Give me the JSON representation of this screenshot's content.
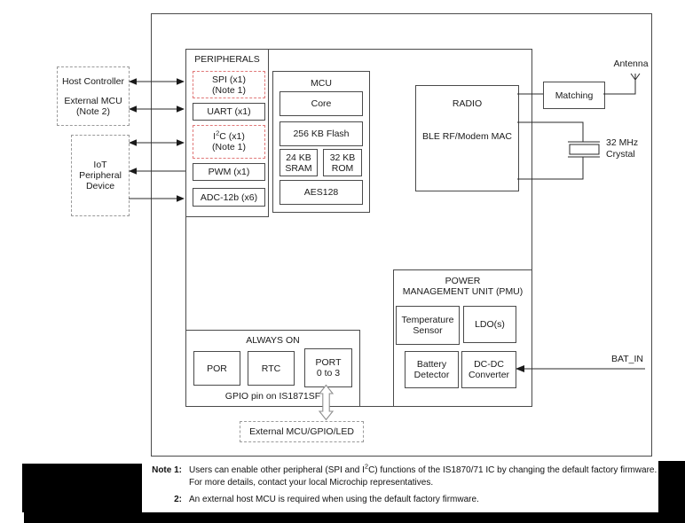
{
  "diagram": {
    "left": {
      "host_box": {
        "line1": "Host Controller",
        "line2": "External MCU",
        "line3": "(Note 2)"
      },
      "iot_box": {
        "line1": "IoT",
        "line2": "Peripheral",
        "line3": "Device"
      }
    },
    "peripherals": {
      "title": "PERIPHERALS",
      "spi": {
        "line1": "SPI (x1)",
        "line2": "(Note 1)"
      },
      "uart": "UART (x1)",
      "i2c": {
        "pre": "I",
        "sup": "2",
        "post": "C (x1)",
        "line2": "(Note 1)"
      },
      "pwm": "PWM (x1)",
      "adc": "ADC-12b (x6)"
    },
    "mcu": {
      "title": "MCU",
      "core": "Core",
      "flash": "256 KB Flash",
      "sram": {
        "line1": "24 KB",
        "line2": "SRAM"
      },
      "rom": {
        "line1": "32 KB",
        "line2": "ROM"
      },
      "aes": "AES128"
    },
    "radio": {
      "title": "RADIO",
      "subtitle": "BLE RF/Modem MAC"
    },
    "rf": {
      "matching": "Matching",
      "antenna": "Antenna",
      "crystal_line1": "32 MHz",
      "crystal_line2": "Crystal"
    },
    "pmu": {
      "title_line1": "POWER",
      "title_line2": "MANAGEMENT UNIT (PMU)",
      "temp": {
        "line1": "Temperature",
        "line2": "Sensor"
      },
      "ldo": "LDO(s)",
      "battery": {
        "line1": "Battery",
        "line2": "Detector"
      },
      "dcdc": {
        "line1": "DC-DC",
        "line2": "Converter"
      },
      "bat_in": "BAT_IN"
    },
    "always_on": {
      "title": "ALWAYS ON",
      "por": "POR",
      "rtc": "RTC",
      "port": {
        "line1": "PORT",
        "line2": "0 to 3"
      },
      "gpio_note": "GPIO pin on IS1871SF"
    },
    "external_box": "External MCU/GPIO/LED"
  },
  "notes": {
    "note1_label": "Note 1:",
    "note1_pre": "Users can enable other peripheral (SPI and I",
    "note1_sup": "2",
    "note1_post": "C) functions of the IS1870/71 IC by changing the default factory firmware. For more details, contact your local Microchip representatives.",
    "note2_label": "2:",
    "note2_text": "An external host MCU is required when using the default factory firmware."
  },
  "colors": {
    "dashed_red": "#e07878",
    "dashed_gray": "#9a9a9a",
    "line": "#3a3a3a"
  }
}
